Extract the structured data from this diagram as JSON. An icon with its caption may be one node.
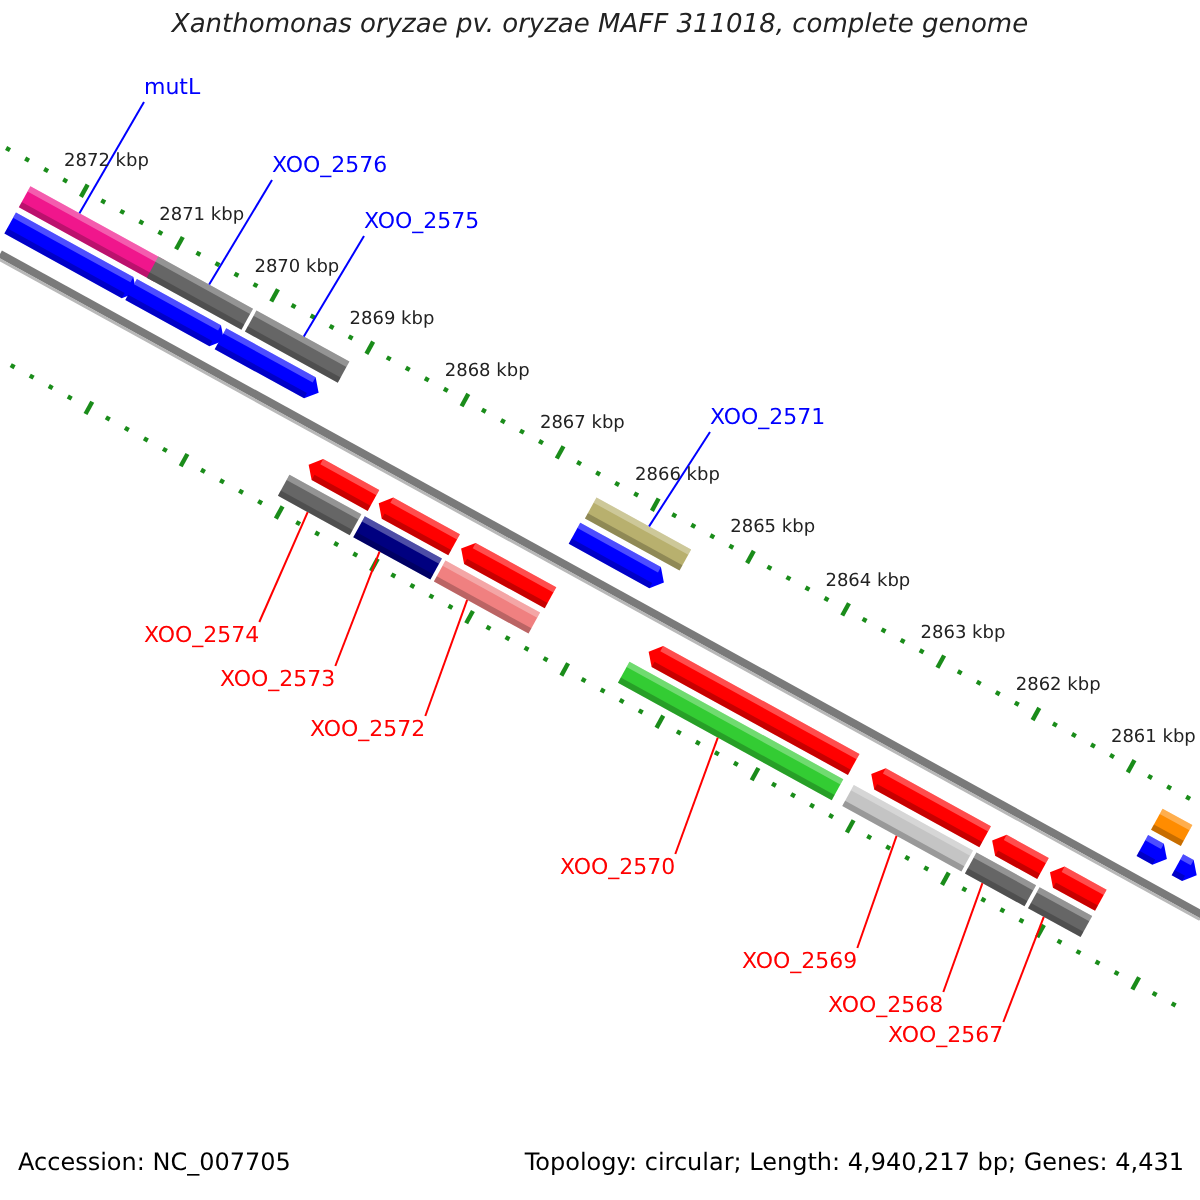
{
  "diagram": {
    "title": "Xanthomonas oryzae pv. oryzae MAFF 311018, complete genome",
    "nodes": [
      {
        "text": [
          "mutL"
        ]
      },
      {
        "text": [
          "XOO_2576"
        ]
      },
      {
        "text": [
          "XOO_2575"
        ]
      },
      {
        "text": [
          "XOO_2571"
        ]
      },
      {
        "text": [
          "XOO_2574"
        ]
      },
      {
        "text": [
          "XOO_2573"
        ]
      },
      {
        "text": [
          "XOO_2572"
        ]
      },
      {
        "text": [
          "XOO_2570"
        ]
      },
      {
        "text": [
          "XOO_2569"
        ]
      },
      {
        "text": [
          "XOO_2568"
        ]
      },
      {
        "text": [
          "XOO_2567"
        ]
      },
      {
        "text": [],
        "shape": "bar"
      },
      {
        "text": [],
        "shape": "arrow"
      },
      {
        "text": [],
        "shape": "arrow"
      },
      {
        "text": [],
        "shape": "bar"
      },
      {
        "text": [],
        "shape": "arrow"
      },
      {
        "text": [],
        "shape": "bar"
      },
      {
        "text": [],
        "shape": "bar"
      },
      {
        "text": [],
        "shape": "arrow"
      },
      {
        "text": [],
        "shape": "bar"
      },
      {
        "text": [],
        "shape": "arrow"
      },
      {
        "text": [],
        "shape": "bar"
      },
      {
        "text": [],
        "shape": "arrow"
      },
      {
        "text": [],
        "shape": "arrow"
      },
      {
        "text": [],
        "shape": "bar"
      },
      {
        "text": [],
        "shape": "bar"
      },
      {
        "text": [],
        "shape": "arrow"
      },
      {
        "text": [],
        "shape": "bar"
      },
      {
        "text": [],
        "shape": "arrow"
      },
      {
        "text": [],
        "shape": "bar"
      },
      {
        "text": [],
        "shape": "arrow"
      },
      {
        "text": [],
        "shape": "bar"
      },
      {
        "text": [],
        "shape": "arrow"
      },
      {
        "text": [],
        "shape": "arrow"
      },
      {
        "text": [],
        "shape": "bar"
      },
      {
        "text": [],
        "shape": "arrow"
      }
    ],
    "edges": [
      {
        "from": 0,
        "to": 11,
        "arrow": "none",
        "color": "#0000ff"
      },
      {
        "from": 1,
        "to": 14,
        "arrow": "none",
        "color": "#0000ff"
      },
      {
        "from": 2,
        "to": 16,
        "arrow": "none",
        "color": "#0000ff"
      },
      {
        "from": 3,
        "to": 24,
        "arrow": "none",
        "color": "#0000ff"
      },
      {
        "from": 4,
        "to": 17,
        "arrow": "none"
      },
      {
        "from": 5,
        "to": 19,
        "arrow": "none"
      },
      {
        "from": 6,
        "to": 21,
        "arrow": "none"
      },
      {
        "from": 7,
        "to": 25,
        "arrow": "none"
      },
      {
        "from": 8,
        "to": 27,
        "arrow": "none"
      },
      {
        "from": 9,
        "to": 29,
        "arrow": "none"
      },
      {
        "from": 10,
        "to": 31,
        "arrow": "none"
      }
    ],
    "labels": [
      "2872 kbp",
      "2871 kbp",
      "2870 kbp",
      "2869 kbp",
      "2868 kbp",
      "2867 kbp",
      "2866 kbp",
      "2865 kbp",
      "2864 kbp",
      "2863 kbp",
      "2862 kbp",
      "2861 kbp",
      "Accession: NC_007705",
      "Topology: circular; Length: 4,940,217 bp; Genes: 4,431"
    ]
  }
}
